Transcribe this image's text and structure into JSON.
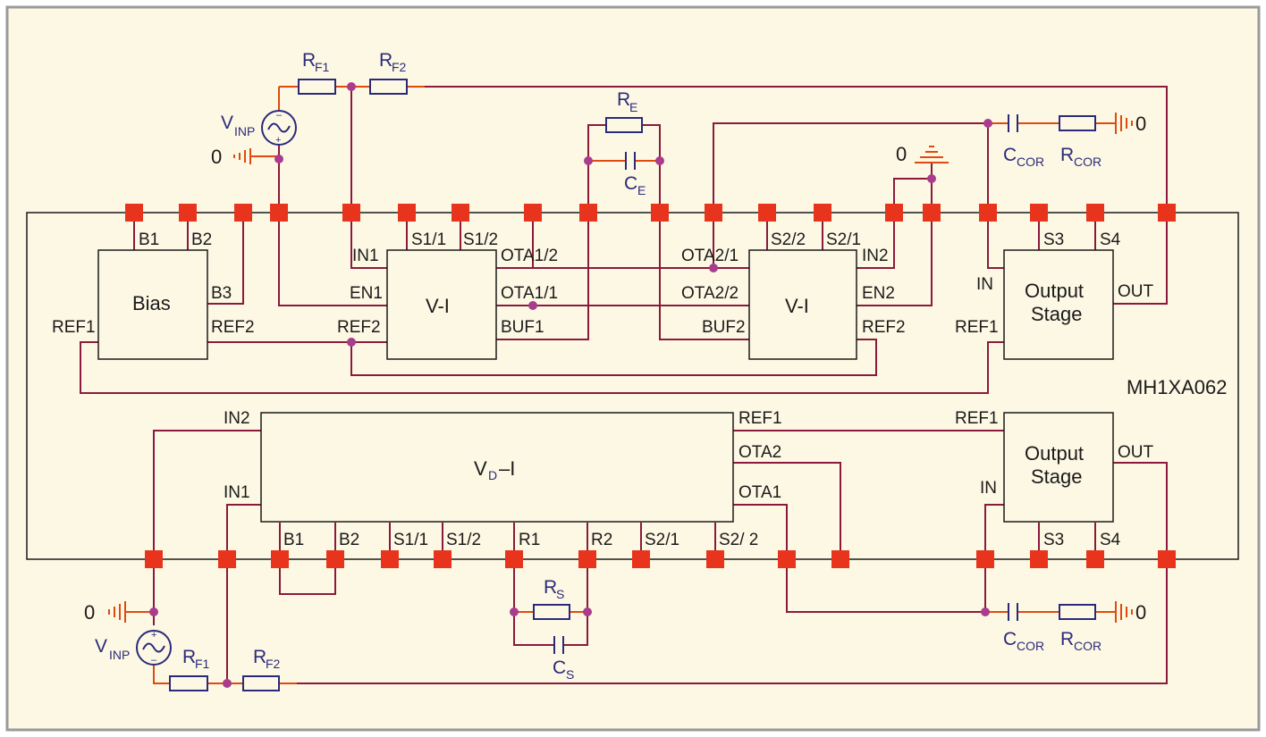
{
  "chip": {
    "label": "MH1XA062"
  },
  "blocks": {
    "bias": {
      "name": "Bias",
      "pins": {
        "b1": "B1",
        "b2": "B2",
        "b3": "B3",
        "ref1": "REF1",
        "ref2": "REF2"
      }
    },
    "vi1": {
      "name": "V-I",
      "pins": {
        "in1": "IN1",
        "s11": "S1/1",
        "s12": "S1/2",
        "en1": "EN1",
        "ref2": "REF2",
        "ota12": "OTA1/2",
        "ota11": "OTA1/1",
        "buf1": "BUF1"
      }
    },
    "vi2": {
      "name": "V-I",
      "pins": {
        "s22": "S2/2",
        "s21": "S2/1",
        "ota21": "OTA2/1",
        "ota22": "OTA2/2",
        "buf2": "BUF2",
        "in2": "IN2",
        "en2": "EN2",
        "ref2": "REF2"
      }
    },
    "out1": {
      "name_line1": "Output",
      "name_line2": "Stage",
      "pins": {
        "in": "IN",
        "s3": "S3",
        "s4": "S4",
        "out": "OUT",
        "ref1": "REF1"
      }
    },
    "vdi": {
      "name_main": "V",
      "name_sub": "D",
      "name_suffix": "–I",
      "pins": {
        "in2": "IN2",
        "in1": "IN1",
        "ref1": "REF1",
        "ota2": "OTA2",
        "ota1": "OTA1",
        "b1": "B1",
        "b2": "B2",
        "s11": "S1/1",
        "s12": "S1/2",
        "r1": "R1",
        "r2": "R2",
        "s21": "S2/1",
        "s22": "S2/ 2"
      }
    },
    "out2": {
      "name_line1": "Output",
      "name_line2": "Stage",
      "pins": {
        "ref1": "REF1",
        "out": "OUT",
        "in": "IN",
        "s3": "S3",
        "s4": "S4"
      }
    }
  },
  "components": {
    "rf1_top": {
      "main": "R",
      "sub": "F1"
    },
    "rf2_top": {
      "main": "R",
      "sub": "F2"
    },
    "vinp_top": {
      "main": "V",
      "sub": "INP"
    },
    "gnd_top_left": {
      "label": "0"
    },
    "re": {
      "main": "R",
      "sub": "E"
    },
    "ce": {
      "main": "C",
      "sub": "E"
    },
    "gnd_top_mid": {
      "label": "0"
    },
    "ccor_top": {
      "main": "C",
      "sub": "COR"
    },
    "rcor_top": {
      "main": "R",
      "sub": "COR"
    },
    "gnd_top_right": {
      "label": "0"
    },
    "gnd_bot_left": {
      "label": "0"
    },
    "vinp_bot": {
      "main": "V",
      "sub": "INP"
    },
    "rf1_bot": {
      "main": "R",
      "sub": "F1"
    },
    "rf2_bot": {
      "main": "R",
      "sub": "F2"
    },
    "rs": {
      "main": "R",
      "sub": "S"
    },
    "cs": {
      "main": "C",
      "sub": "S"
    },
    "ccor_bot": {
      "main": "C",
      "sub": "COR"
    },
    "rcor_bot": {
      "main": "R",
      "sub": "COR"
    },
    "gnd_bot_right": {
      "label": "0"
    }
  },
  "colors": {
    "background": "#fdf8e4",
    "frame": "#9a9a9a",
    "wire": "#8a1a3c",
    "pad": "#e8341c",
    "component": "#2b2a7a"
  }
}
